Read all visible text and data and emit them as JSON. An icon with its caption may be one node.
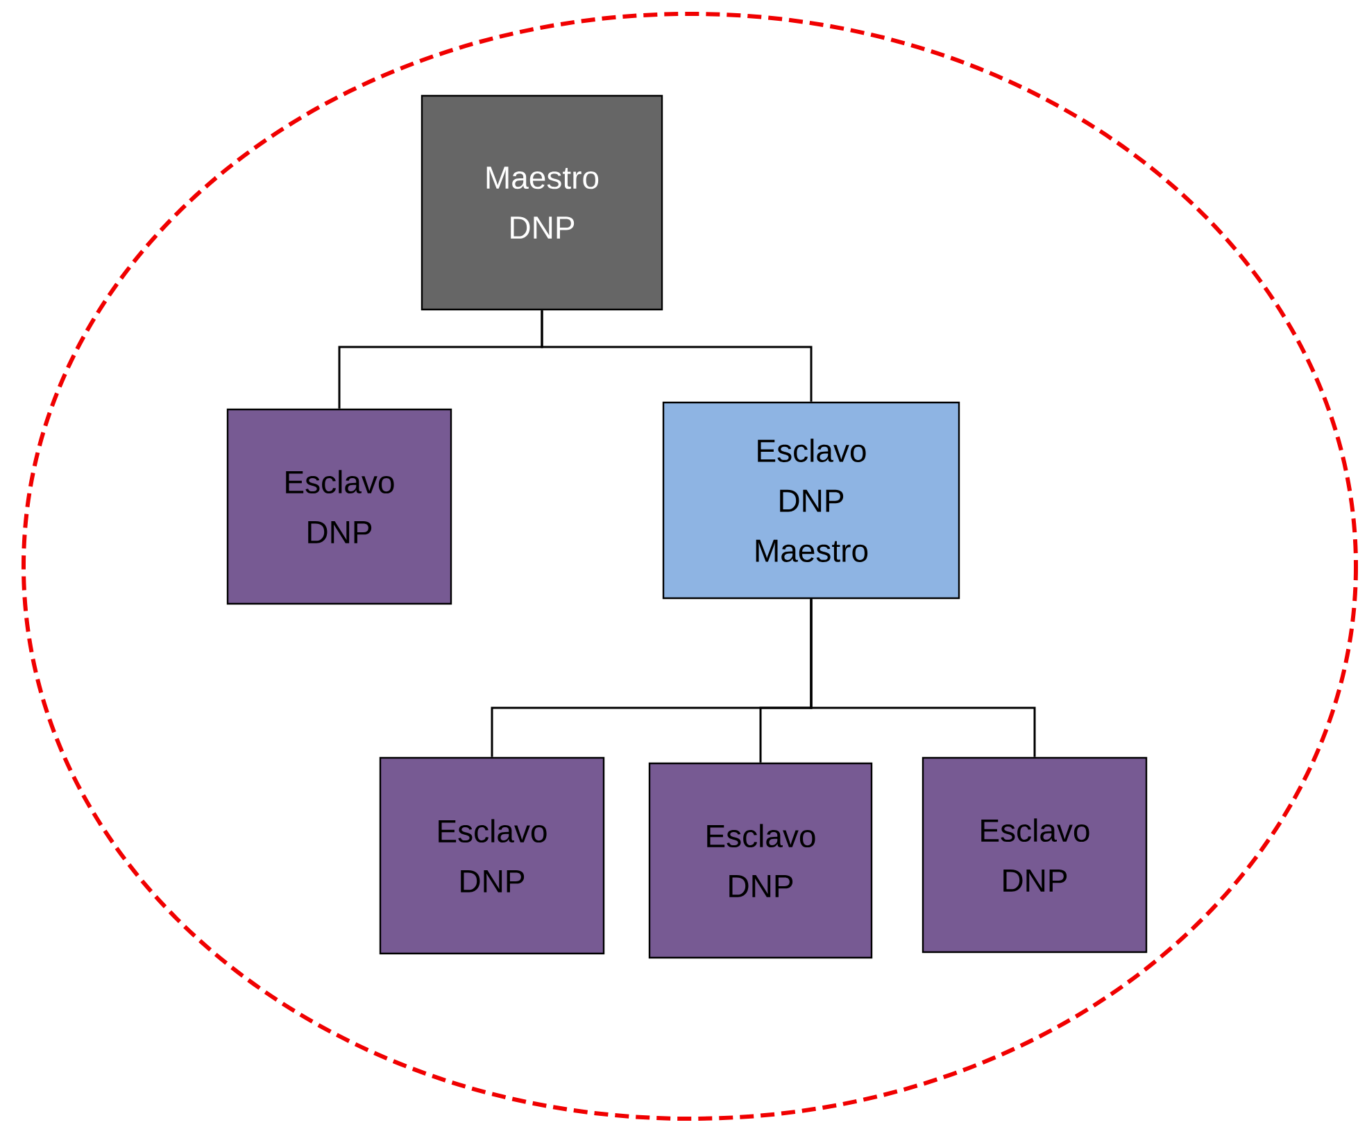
{
  "diagram": {
    "nodes": [
      {
        "text": [
          "Maestro DNP"
        ]
      },
      {
        "text": [
          "Esclavo DNP"
        ]
      },
      {
        "text": [
          "Esclavo DNP Maestro"
        ]
      },
      {
        "text": [
          "Esclavo DNP"
        ]
      },
      {
        "text": [
          "Esclavo DNP"
        ]
      },
      {
        "text": [
          "Esclavo DNP"
        ]
      }
    ],
    "edges": [
      {
        "from": 0,
        "to": 1,
        "arrow": "none"
      },
      {
        "from": 0,
        "to": 2,
        "arrow": "none"
      },
      {
        "from": 2,
        "to": 3,
        "arrow": "none"
      },
      {
        "from": 2,
        "to": 4,
        "arrow": "none"
      },
      {
        "from": 2,
        "to": 5,
        "arrow": "none"
      }
    ]
  }
}
